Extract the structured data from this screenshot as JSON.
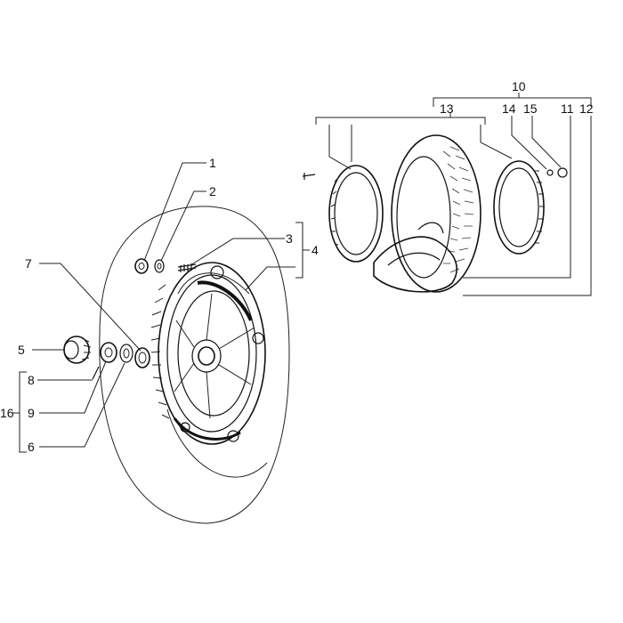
{
  "diagram": {
    "callouts": [
      "1",
      "2",
      "3",
      "4",
      "5",
      "6",
      "7",
      "8",
      "9",
      "10",
      "11",
      "12",
      "13",
      "14",
      "15",
      "16"
    ],
    "colors": {
      "ink": "#111111",
      "paper": "#ffffff"
    }
  }
}
